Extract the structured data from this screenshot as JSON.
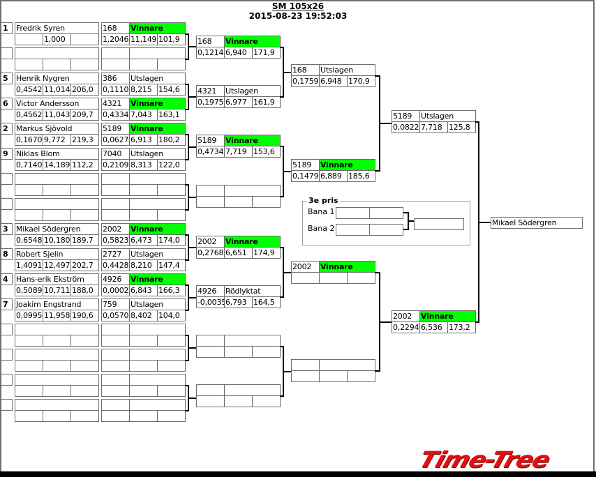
{
  "header": {
    "title": "SM 105x26",
    "datetime": "2015-08-23 19:52:03"
  },
  "colors": {
    "winner": "#00ff00",
    "logo": "#e01010"
  },
  "round1": [
    {
      "seed": "1",
      "name": "Fredrik Syren",
      "q": [
        "",
        "1,000",
        ""
      ],
      "id": "168",
      "status": "Vinnare",
      "win": true,
      "r": [
        "1,2046",
        "11,149",
        "101,9"
      ]
    },
    {
      "seed": "",
      "name": "",
      "q": [
        "",
        "",
        ""
      ],
      "id": "",
      "status": "",
      "win": false,
      "r": [
        "",
        "",
        ""
      ]
    },
    {
      "seed": "5",
      "name": "Henrik Nygren",
      "q": [
        "0,4542",
        "11,014",
        "206,0"
      ],
      "id": "386",
      "status": "Utslagen",
      "win": false,
      "r": [
        "0,1110",
        "8,215",
        "154,6"
      ]
    },
    {
      "seed": "6",
      "name": "Victor Andersson",
      "q": [
        "0,4562",
        "11,043",
        "209,7"
      ],
      "id": "4321",
      "status": "Vinnare",
      "win": true,
      "r": [
        "0,4334",
        "7,043",
        "163,1"
      ]
    },
    {
      "seed": "2",
      "name": "Markus Sjövold",
      "q": [
        "0,1670",
        "9,772",
        "219,3"
      ],
      "id": "5189",
      "status": "Vinnare",
      "win": true,
      "r": [
        "0,0627",
        "6,913",
        "180,2"
      ]
    },
    {
      "seed": "9",
      "name": "Niklas Blom",
      "q": [
        "0,7140",
        "14,189",
        "112,2"
      ],
      "id": "7040",
      "status": "Utslagen",
      "win": false,
      "r": [
        "0,2109",
        "8,313",
        "122,0"
      ]
    },
    {
      "seed": "",
      "name": "",
      "q": [
        "",
        "",
        ""
      ],
      "id": "",
      "status": "",
      "win": false,
      "r": [
        "",
        "",
        ""
      ]
    },
    {
      "seed": "",
      "name": "",
      "q": [
        "",
        "",
        ""
      ],
      "id": "",
      "status": "",
      "win": false,
      "r": [
        "",
        "",
        ""
      ]
    },
    {
      "seed": "3",
      "name": "Mikael Södergren",
      "q": [
        "0,6548",
        "10,180",
        "189,7"
      ],
      "id": "2002",
      "status": "Vinnare",
      "win": true,
      "r": [
        "0,5823",
        "6,473",
        "174,0"
      ]
    },
    {
      "seed": "8",
      "name": "Robert Sjelin",
      "q": [
        "1,4091",
        "12,497",
        "202,7"
      ],
      "id": "2727",
      "status": "Utslagen",
      "win": false,
      "r": [
        "0,4428",
        "8,210",
        "147,4"
      ]
    },
    {
      "seed": "4",
      "name": "Hans-erik Ekström",
      "q": [
        "0,5089",
        "10,711",
        "188,0"
      ],
      "id": "4926",
      "status": "Vinnare",
      "win": true,
      "r": [
        "0,0002",
        "6,843",
        "166,3"
      ]
    },
    {
      "seed": "7",
      "name": "Joakim Engstrand",
      "q": [
        "0,0995",
        "11,958",
        "190,6"
      ],
      "id": "759",
      "status": "Utslagen",
      "win": false,
      "r": [
        "0,0570",
        "8,402",
        "104,0"
      ]
    },
    {
      "seed": "",
      "name": "",
      "q": [
        "",
        "",
        ""
      ],
      "id": "",
      "status": "",
      "win": false,
      "r": [
        "",
        "",
        ""
      ]
    },
    {
      "seed": "",
      "name": "",
      "q": [
        "",
        "",
        ""
      ],
      "id": "",
      "status": "",
      "win": false,
      "r": [
        "",
        "",
        ""
      ]
    },
    {
      "seed": "",
      "name": "",
      "q": [
        "",
        "",
        ""
      ],
      "id": "",
      "status": "",
      "win": false,
      "r": [
        "",
        "",
        ""
      ]
    },
    {
      "seed": "",
      "name": "",
      "q": [
        "",
        "",
        ""
      ],
      "id": "",
      "status": "",
      "win": false,
      "r": [
        "",
        "",
        ""
      ]
    }
  ],
  "round2": [
    {
      "id": "168",
      "status": "Vinnare",
      "win": true,
      "r": [
        "0,1214",
        "6,940",
        "171,9"
      ]
    },
    {
      "id": "4321",
      "status": "Utslagen",
      "win": false,
      "r": [
        "0,1975",
        "6,977",
        "161,9"
      ]
    },
    {
      "id": "5189",
      "status": "Vinnare",
      "win": true,
      "r": [
        "0,4734",
        "7,719",
        "153,6"
      ]
    },
    {
      "id": "",
      "status": "",
      "win": false,
      "r": [
        "",
        "",
        ""
      ]
    },
    {
      "id": "2002",
      "status": "Vinnare",
      "win": true,
      "r": [
        "0,2768",
        "6,651",
        "174,9"
      ]
    },
    {
      "id": "4926",
      "status": "Rödlyktat",
      "win": false,
      "r": [
        "-0,0035",
        "6,793",
        "164,5"
      ]
    },
    {
      "id": "",
      "status": "",
      "win": false,
      "r": [
        "",
        "",
        ""
      ]
    },
    {
      "id": "",
      "status": "",
      "win": false,
      "r": [
        "",
        "",
        ""
      ]
    }
  ],
  "round3": [
    {
      "id": "168",
      "status": "Utslagen",
      "win": false,
      "r": [
        "0,1759",
        "6,948",
        "170,9"
      ]
    },
    {
      "id": "5189",
      "status": "Vinnare",
      "win": true,
      "r": [
        "0,1479",
        "6,889",
        "185,6"
      ]
    },
    {
      "id": "2002",
      "status": "Vinnare",
      "win": true,
      "r": [
        "",
        "",
        ""
      ]
    },
    {
      "id": "",
      "status": "",
      "win": false,
      "r": [
        "",
        "",
        ""
      ]
    }
  ],
  "round4": [
    {
      "id": "5189",
      "status": "Utslagen",
      "win": false,
      "r": [
        "0,0822",
        "7,718",
        "125,8"
      ]
    },
    {
      "id": "2002",
      "status": "Vinnare",
      "win": true,
      "r": [
        "0,2294",
        "6,536",
        "173,2"
      ]
    }
  ],
  "final": {
    "winner_name": "Mikael Södergren"
  },
  "third_place": {
    "title": "3e pris",
    "lane1_label": "Bana 1",
    "lane2_label": "Bana 2",
    "lane1": [
      "",
      ""
    ],
    "lane2": [
      "",
      ""
    ],
    "winner": ""
  },
  "logo": {
    "text": "Time-Tree"
  }
}
